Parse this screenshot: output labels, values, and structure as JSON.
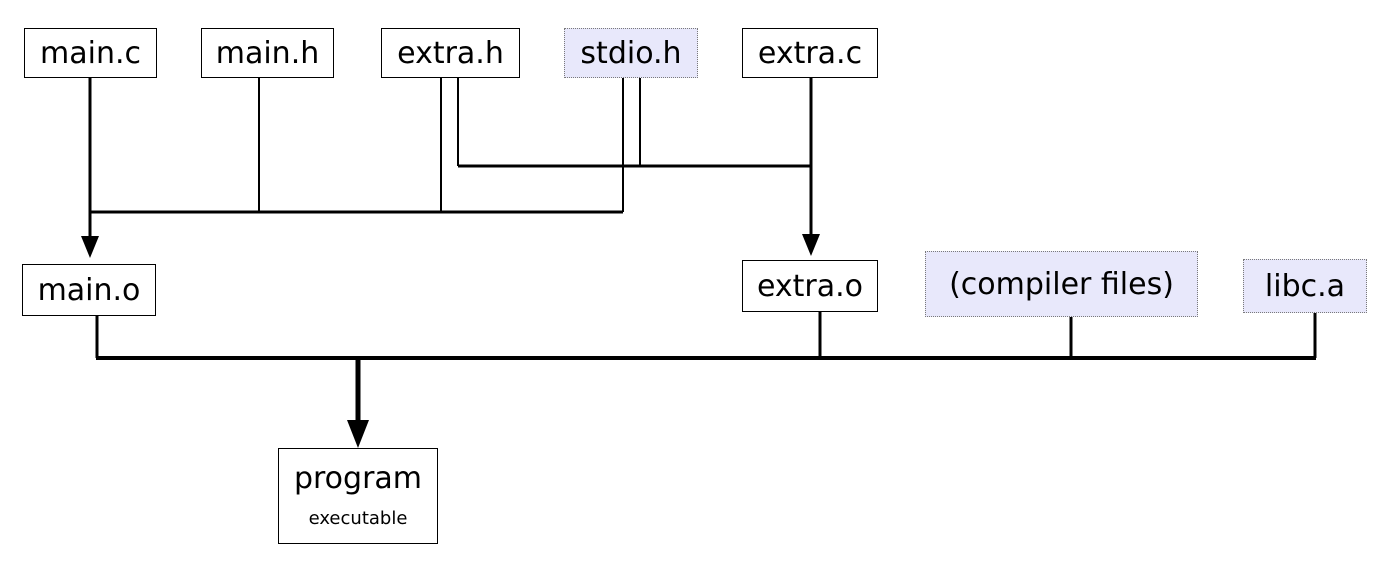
{
  "nodes": {
    "main_c": "main.c",
    "main_h": "main.h",
    "extra_h": "extra.h",
    "stdio_h": "stdio.h",
    "extra_c": "extra.c",
    "main_o": "main.o",
    "extra_o": "extra.o",
    "compiler_files": "(compiler files)",
    "libc_a": "libc.a",
    "program": "program",
    "program_sub": "executable"
  },
  "colors": {
    "system_fill": "#e8e8fb",
    "system_border": "#7a7a7a",
    "line": "#000000"
  }
}
